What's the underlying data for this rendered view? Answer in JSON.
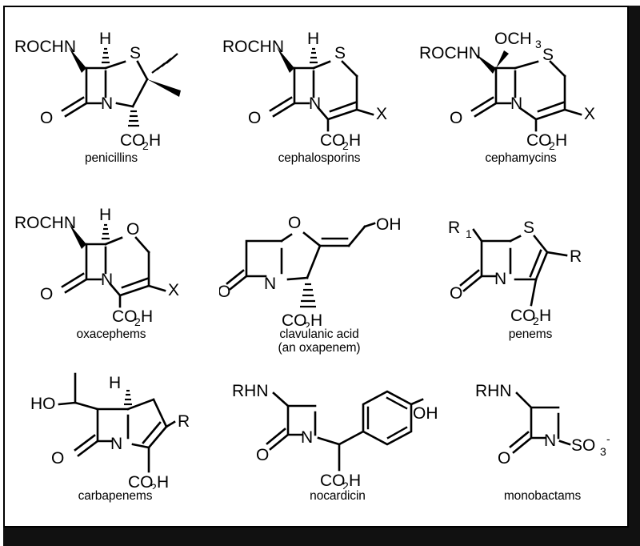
{
  "figure": {
    "title": "beta-lactam antibiotic core structures",
    "background_color": "#ffffff",
    "line_color": "#000000",
    "border_color": "#000000",
    "page_edge_color": "#111111",
    "rows": 3,
    "columns": 3
  },
  "structures": [
    {
      "id": "penicillins",
      "caption": "penicillins",
      "row": 1,
      "column": 1,
      "ring_system": "penam (fused beta-lactam + thiazolidine)",
      "atom_labels": [
        "ROCHN",
        "H",
        "S",
        "N",
        "O",
        "CO",
        "2",
        "H"
      ],
      "substituents": [
        "ROCHN",
        "H",
        "CO2H",
        "gem-dimethyl"
      ],
      "heteroatoms": [
        "S",
        "N"
      ]
    },
    {
      "id": "cephalosporins",
      "caption": "cephalosporins",
      "row": 1,
      "column": 2,
      "ring_system": "cephem (fused beta-lactam + dihydrothiazine)",
      "atom_labels": [
        "ROCHN",
        "H",
        "S",
        "N",
        "O",
        "X",
        "CO",
        "2",
        "H"
      ],
      "substituents": [
        "ROCHN",
        "H",
        "X",
        "CO2H"
      ],
      "heteroatoms": [
        "S",
        "N"
      ]
    },
    {
      "id": "cephamycins",
      "caption": "cephamycins",
      "row": 1,
      "column": 3,
      "ring_system": "cephem with 7-alpha-methoxy",
      "atom_labels": [
        "ROCHN",
        "OCH",
        "3",
        "S",
        "N",
        "O",
        "X",
        "CO",
        "2",
        "H"
      ],
      "substituents": [
        "ROCHN",
        "OCH3",
        "X",
        "CO2H"
      ],
      "heteroatoms": [
        "S",
        "N",
        "O"
      ]
    },
    {
      "id": "oxacephems",
      "caption": "oxacephems",
      "row": 2,
      "column": 1,
      "ring_system": "oxacephem (sulfur replaced by oxygen)",
      "atom_labels": [
        "ROCHN",
        "H",
        "O",
        "N",
        "O",
        "X",
        "CO",
        "2",
        "H"
      ],
      "substituents": [
        "ROCHN",
        "H",
        "X",
        "CO2H"
      ],
      "heteroatoms": [
        "O",
        "N"
      ]
    },
    {
      "id": "clavulanic-acid",
      "caption": "clavulanic acid\n(an oxapenem)",
      "caption_line1": "clavulanic acid",
      "caption_line2": "(an oxapenem)",
      "row": 2,
      "column": 2,
      "ring_system": "clavam / oxapenem",
      "atom_labels": [
        "O",
        "N",
        "O",
        "OH",
        "CO",
        "2",
        "H"
      ],
      "substituents": [
        "CH2OH exocyclic vinyl",
        "CO2H"
      ],
      "heteroatoms": [
        "O",
        "N"
      ]
    },
    {
      "id": "penems",
      "caption": "penems",
      "row": 2,
      "column": 3,
      "ring_system": "penem (unsaturated penam)",
      "atom_labels": [
        "R",
        "1",
        "S",
        "N",
        "O",
        "R",
        "CO",
        "2",
        "H"
      ],
      "substituents": [
        "R1",
        "R",
        "CO2H"
      ],
      "heteroatoms": [
        "S",
        "N"
      ]
    },
    {
      "id": "carbapenems",
      "caption": "carbapenems",
      "row": 3,
      "column": 1,
      "ring_system": "carbapenem (sulfur replaced by carbon)",
      "atom_labels": [
        "HO",
        "H",
        "N",
        "O",
        "R",
        "CO",
        "2",
        "H"
      ],
      "substituents": [
        "1-hydroxyethyl",
        "H",
        "R",
        "CO2H"
      ],
      "heteroatoms": [
        "N",
        "O"
      ]
    },
    {
      "id": "nocardicin",
      "caption": "nocardicin",
      "row": 3,
      "column": 2,
      "ring_system": "monocyclic beta-lactam with p-hydroxyphenyl glycine",
      "atom_labels": [
        "RHN",
        "N",
        "O",
        "OH",
        "CO",
        "2",
        "H"
      ],
      "substituents": [
        "RHN",
        "CO2H",
        "4-hydroxyphenyl"
      ],
      "heteroatoms": [
        "N",
        "O"
      ]
    },
    {
      "id": "monobactams",
      "caption": "monobactams",
      "row": 3,
      "column": 3,
      "ring_system": "monocyclic beta-lactam N-sulfonate",
      "atom_labels": [
        "RHN",
        "N",
        "O",
        "SO",
        "3",
        "-"
      ],
      "substituents": [
        "RHN",
        "SO3-"
      ],
      "heteroatoms": [
        "N",
        "O",
        "S"
      ]
    }
  ]
}
